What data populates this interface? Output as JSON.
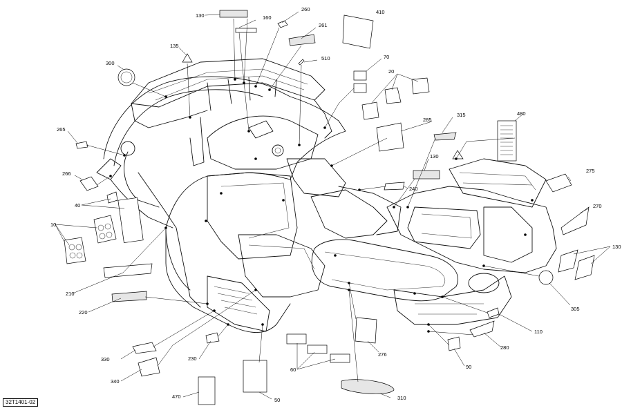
{
  "figure_id": "32T1401-02",
  "callouts": [
    "130",
    "160",
    "260",
    "410",
    "261",
    "135",
    "510",
    "300",
    "70",
    "20",
    "315",
    "480",
    "265",
    "285",
    "266",
    "130",
    "240",
    "275",
    "40",
    "270",
    "10",
    "130",
    "210",
    "305",
    "220",
    "110",
    "280",
    "330",
    "230",
    "276",
    "60",
    "90",
    "340",
    "470",
    "50",
    "310"
  ],
  "colors": {
    "line": "#000000",
    "paper": "#ffffff",
    "decal_fill": "#e6e6e6"
  }
}
